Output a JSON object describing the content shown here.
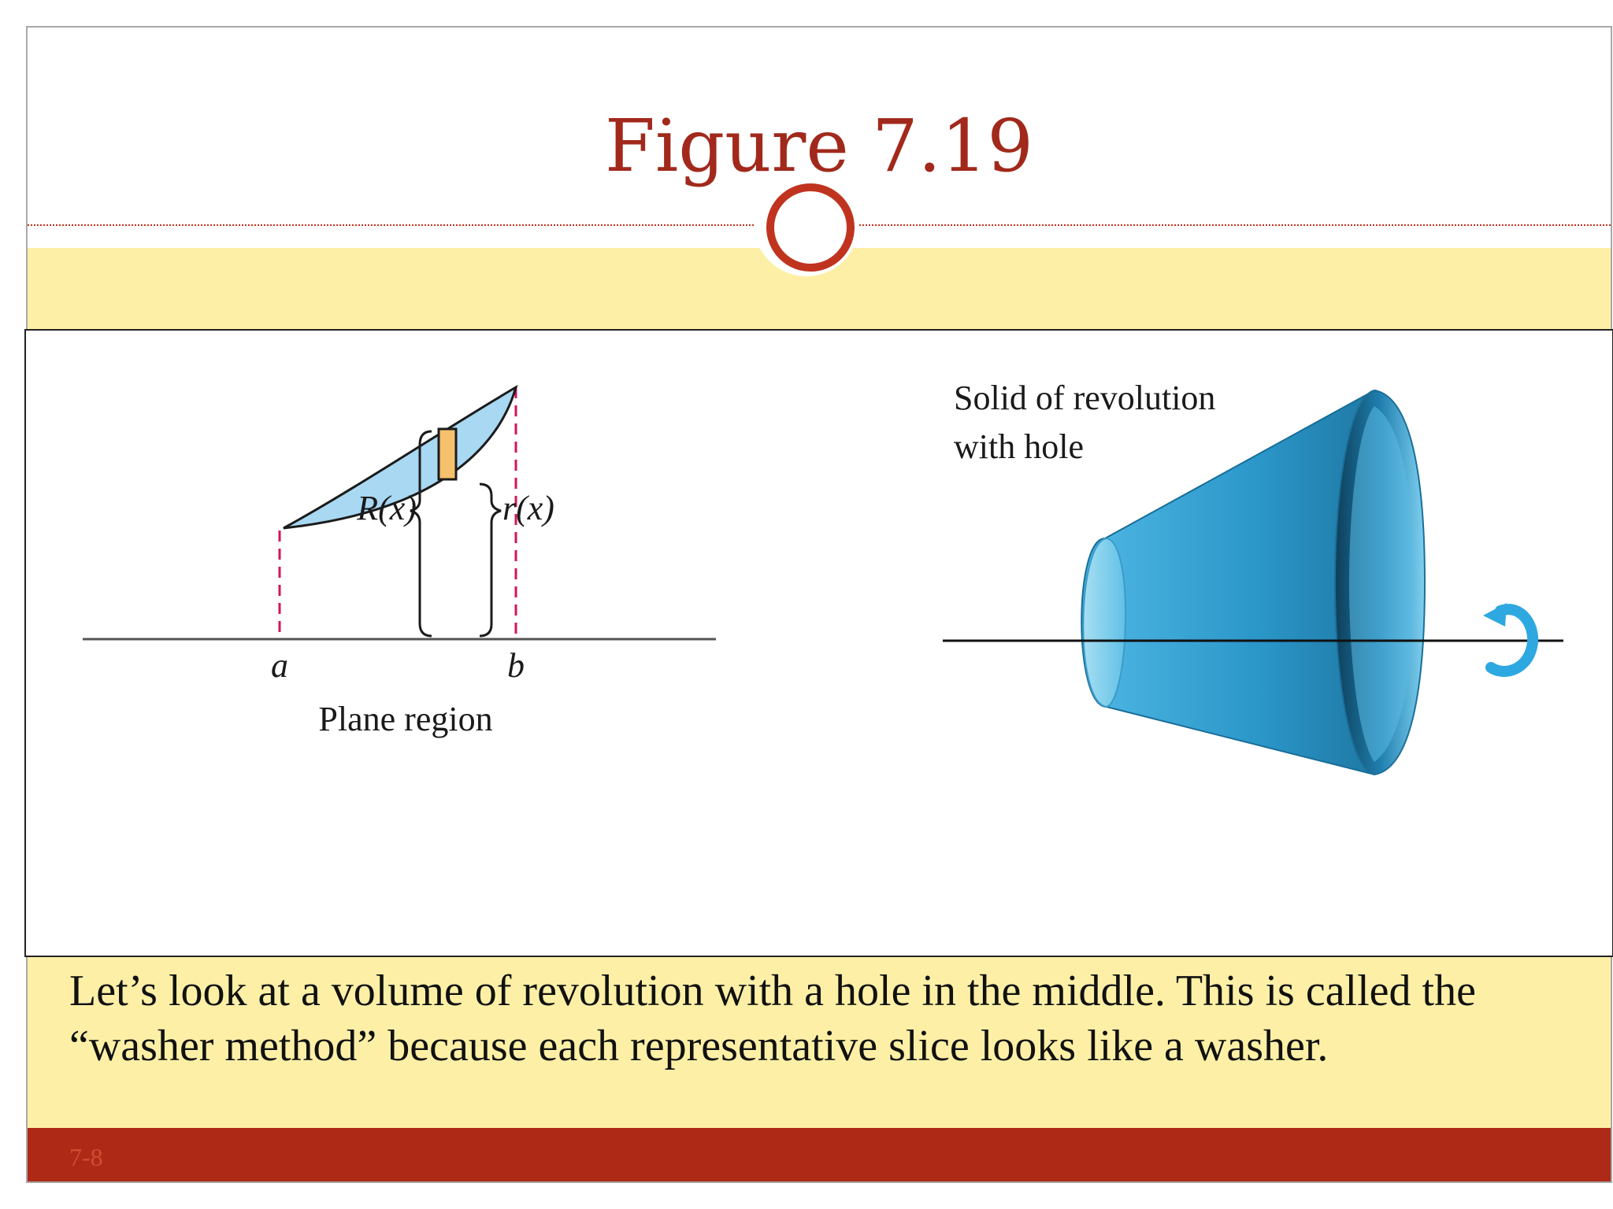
{
  "slide": {
    "title": "Figure 7.19",
    "caption": "Let’s look at a volume of revolution with a hole in the middle. This is called the “washer method” because each representative slice looks like a washer.",
    "page_number": "7-8"
  },
  "diagram": {
    "left": {
      "label_a": "a",
      "label_b": "b",
      "label_R": "R(x)",
      "label_r": "r(x)",
      "caption": "Plane region"
    },
    "right": {
      "label_line1": "Solid of revolution",
      "label_line2": "with hole"
    }
  },
  "colors": {
    "accent": "#ae2a17",
    "title": "#a1291b",
    "band": "#fdf0a6",
    "region_fill": "#a8d8f2",
    "slice_fill": "#f5c16c",
    "guide": "#d4145a",
    "solid": "#2e9fd0"
  }
}
